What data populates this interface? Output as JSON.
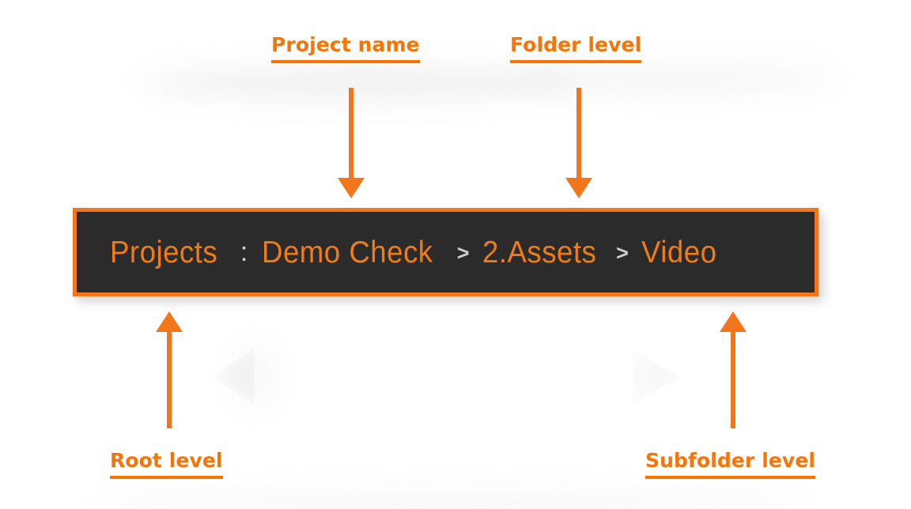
{
  "breadcrumb": {
    "root_label": "Projects",
    "root_separator": ":",
    "chevron": ">",
    "items": [
      {
        "label": "Demo Check"
      },
      {
        "label": "2.Assets"
      },
      {
        "label": "Video"
      }
    ],
    "colors": {
      "bar_background": "#2b2b2b",
      "bar_border": "#f4761b",
      "crumb_text": "#f07c12",
      "separator_text": "#cfcfcf"
    }
  },
  "annotations": {
    "project_name": "Project name",
    "folder_level": "Folder level",
    "root_level": "Root level",
    "subfolder_level": "Subfolder level",
    "accent_color": "#f97306"
  }
}
